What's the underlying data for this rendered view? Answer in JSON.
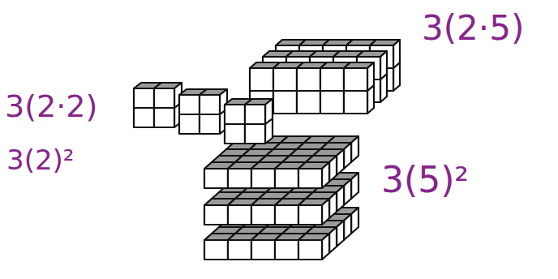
{
  "diagram": {
    "labels": [
      "3(2·2)",
      "3(2)²",
      "3(2·5)",
      "3(5)²"
    ]
  }
}
